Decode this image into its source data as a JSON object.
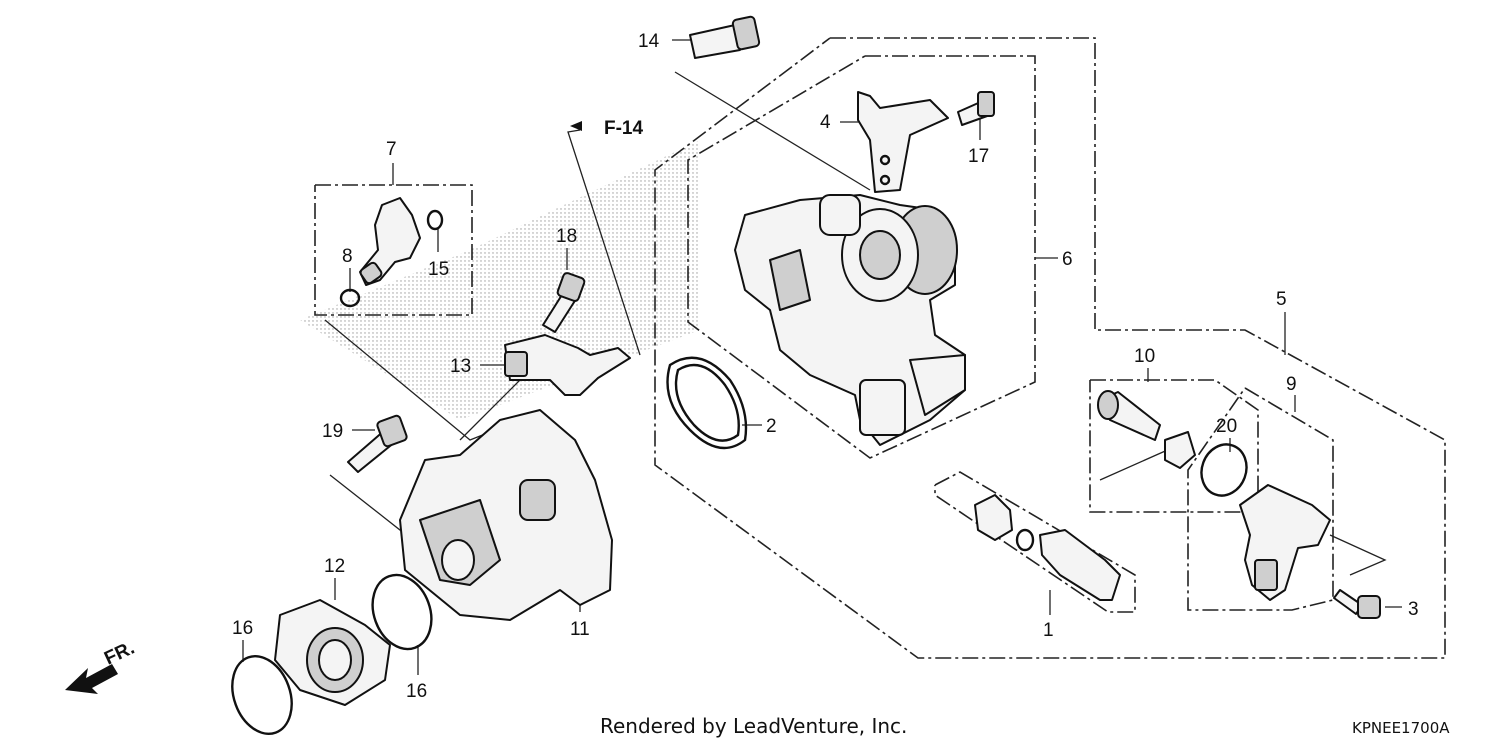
{
  "labels": {
    "p1": "1",
    "p2": "2",
    "p3": "3",
    "p4": "4",
    "p5": "5",
    "p6": "6",
    "p7": "7",
    "p8": "8",
    "p9": "9",
    "p10": "10",
    "p11": "11",
    "p12": "12",
    "p13": "13",
    "p14": "14",
    "p15": "15",
    "p16a": "16",
    "p16b": "16",
    "p17": "17",
    "p18": "18",
    "p19": "19",
    "p20": "20"
  },
  "reference": "F-14",
  "direction": "FR.",
  "credit": "Rendered by LeadVenture, Inc.",
  "diagram_code": "KPNEE1700A"
}
